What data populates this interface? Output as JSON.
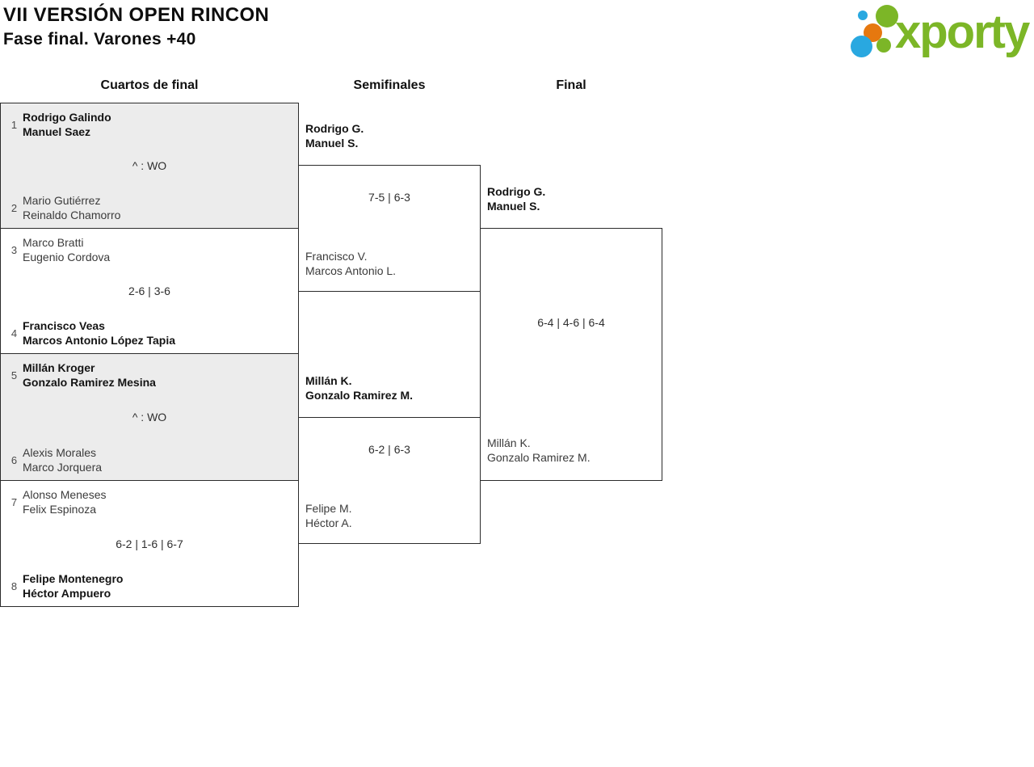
{
  "header": {
    "title": "VII VERSIÓN OPEN RINCON",
    "subtitle": "Fase final. Varones +40"
  },
  "logo": {
    "text": "xporty"
  },
  "colors": {
    "logo_green": "#7cb627",
    "logo_blue": "#29a8e0",
    "logo_orange": "#e6780f",
    "box_alt_bg": "#ececec",
    "box_border": "#2b2b2b"
  },
  "round_headers": [
    "Cuartos de final",
    "Semifinales",
    "Final"
  ],
  "quarterfinals": [
    {
      "seed_top": "1",
      "top": [
        "Rodrigo Galindo",
        "Manuel Saez"
      ],
      "score": "^ : WO",
      "seed_bottom": "2",
      "bottom": [
        "Mario Gutiérrez",
        "Reinaldo Chamorro"
      ],
      "winner_side": "top"
    },
    {
      "seed_top": "3",
      "top": [
        "Marco Bratti",
        "Eugenio Cordova"
      ],
      "score": "2-6 | 3-6",
      "seed_bottom": "4",
      "bottom": [
        "Francisco Veas",
        "Marcos Antonio López Tapia"
      ],
      "winner_side": "bottom"
    },
    {
      "seed_top": "5",
      "top": [
        "Millán Kroger",
        "Gonzalo Ramirez Mesina"
      ],
      "score": "^ : WO",
      "seed_bottom": "6",
      "bottom": [
        "Alexis Morales",
        "Marco Jorquera"
      ],
      "winner_side": "top"
    },
    {
      "seed_top": "7",
      "top": [
        "Alonso Meneses",
        "Felix Espinoza"
      ],
      "score": "6-2 | 1-6 | 6-7",
      "seed_bottom": "8",
      "bottom": [
        "Felipe Montenegro",
        "Héctor Ampuero"
      ],
      "winner_side": "bottom"
    }
  ],
  "semifinals": [
    {
      "winner": [
        "Rodrigo G.",
        "Manuel S."
      ],
      "score": "7-5 | 6-3",
      "loser": [
        "Francisco V.",
        "Marcos Antonio L."
      ]
    },
    {
      "winner": [
        "Millán K.",
        "Gonzalo Ramirez M."
      ],
      "score": "6-2 | 6-3",
      "loser": [
        "Felipe M.",
        "Héctor A."
      ]
    }
  ],
  "final": {
    "winner": [
      "Rodrigo G.",
      "Manuel S."
    ],
    "score": "6-4 | 4-6 | 6-4",
    "loser": [
      "Millán K.",
      "Gonzalo Ramirez M."
    ]
  }
}
